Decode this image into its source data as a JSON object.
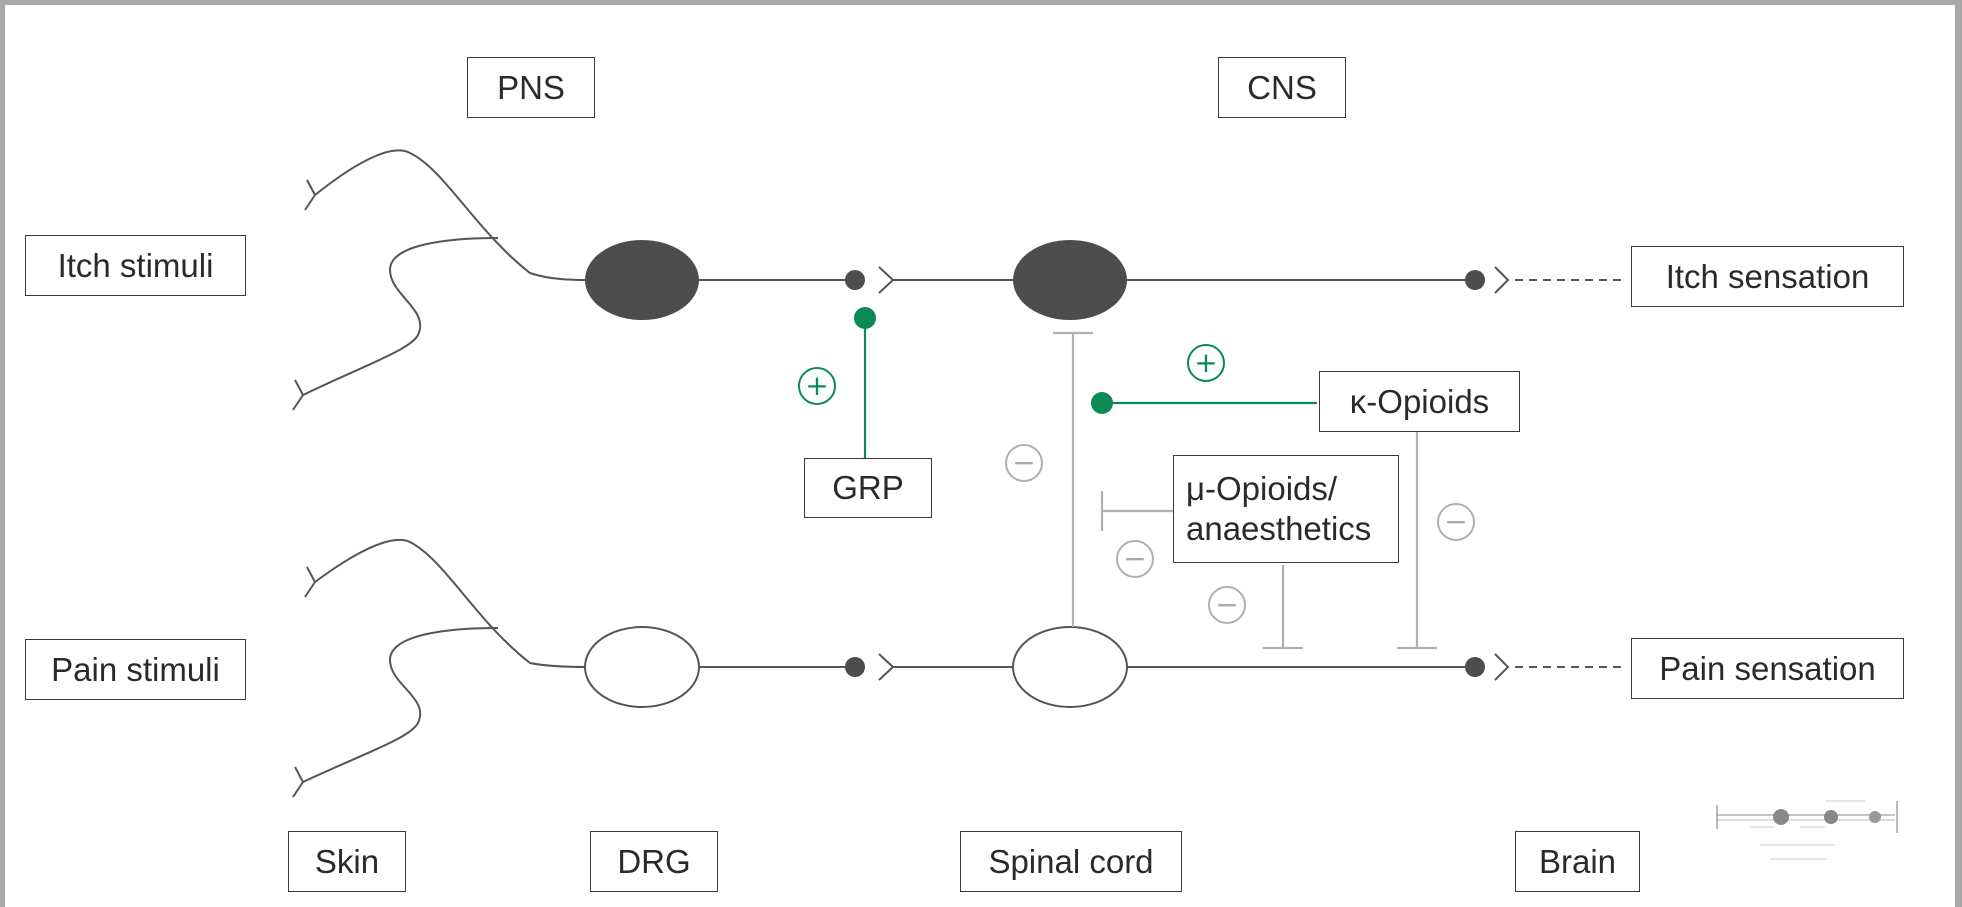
{
  "labels": {
    "pns": "PNS",
    "cns": "CNS",
    "itch_stimuli": "Itch stimuli",
    "pain_stimuli": "Pain stimuli",
    "itch_sensation": "Itch sensation",
    "pain_sensation": "Pain sensation",
    "grp": "GRP",
    "kappa_opioids": "κ-Opioids",
    "mu_opioids_line1": "μ-Opioids/",
    "mu_opioids_line2": "anaesthetics",
    "skin": "Skin",
    "drg": "DRG",
    "spinal_cord": "Spinal cord",
    "brain": "Brain"
  },
  "symbols": {
    "plus": "+",
    "minus": "−"
  },
  "colors": {
    "line": "#555555",
    "filled_neuron": "#4d4d4d",
    "excitatory": "#0a8a55",
    "inhibitory": "#b0b0b0"
  }
}
